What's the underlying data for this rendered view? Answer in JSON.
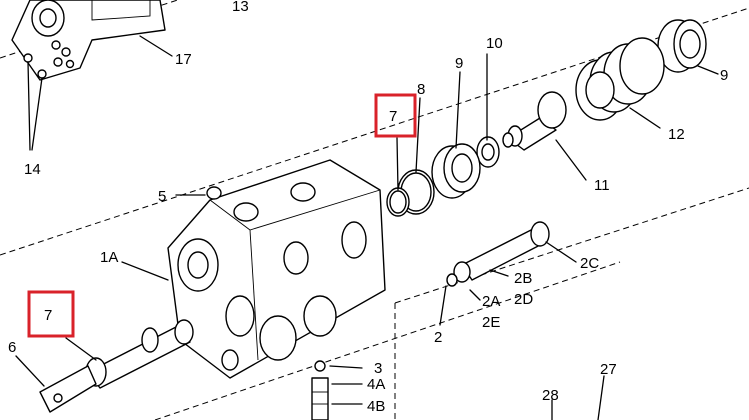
{
  "labels": {
    "l13": "13",
    "l17": "17",
    "l14": "14",
    "l10": "10",
    "l9a": "9",
    "l9b": "9",
    "l8": "8",
    "l7a": "7",
    "l12": "12",
    "l11": "11",
    "l5": "5",
    "l1a": "1A",
    "l2c": "2C",
    "l2b": "2B",
    "l2d": "2D",
    "l2a": "2A",
    "l2e": "2E",
    "l2": "2",
    "l7b": "7",
    "l6": "6",
    "l3": "3",
    "l4a": "4A",
    "l4b": "4B",
    "l27": "27",
    "l28": "28"
  },
  "highlight_color": "#d9222a"
}
